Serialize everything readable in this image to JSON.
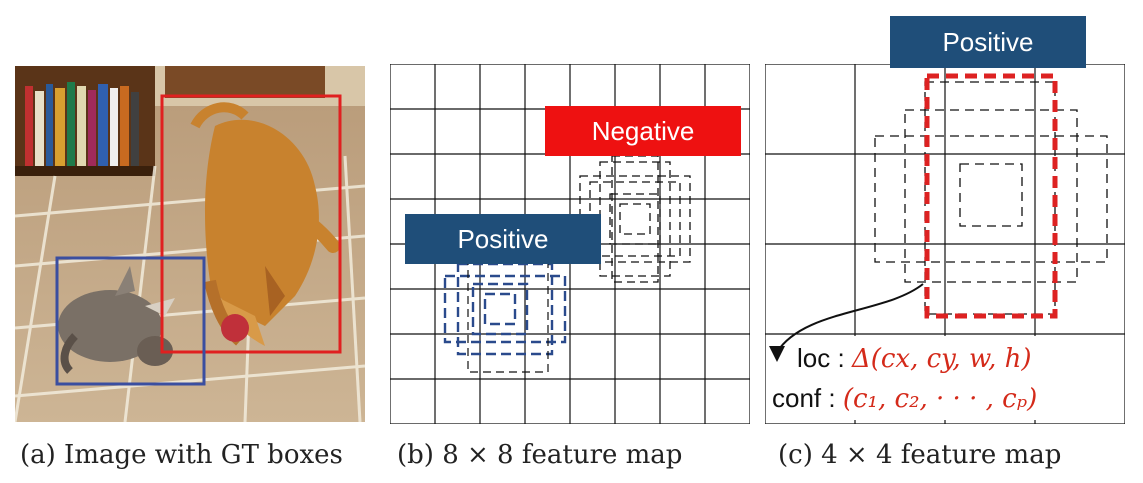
{
  "colors": {
    "positive_label_bg": "#1f4e79",
    "negative_label_bg": "#ee1111",
    "gt_dog_box": "#e02020",
    "gt_cat_box": "#3a4ea0",
    "positive_anchor": "#2a4a8c",
    "matched_anchor": "#dd2222",
    "formula": "#d42a1a"
  },
  "panel_a": {
    "caption": "(a) Image with GT boxes"
  },
  "panel_b": {
    "caption": "(b) 8 × 8 feature map",
    "grid": 8,
    "positive_label": "Positive",
    "negative_label": "Negative"
  },
  "panel_c": {
    "caption": "(c) 4 × 4 feature map",
    "grid": 4,
    "positive_label": "Positive",
    "loc_key": "loc",
    "loc_value": "Δ(cx, cy, w, h)",
    "conf_key": "conf",
    "conf_value": "(c₁, c₂, · · · , cₚ)"
  }
}
